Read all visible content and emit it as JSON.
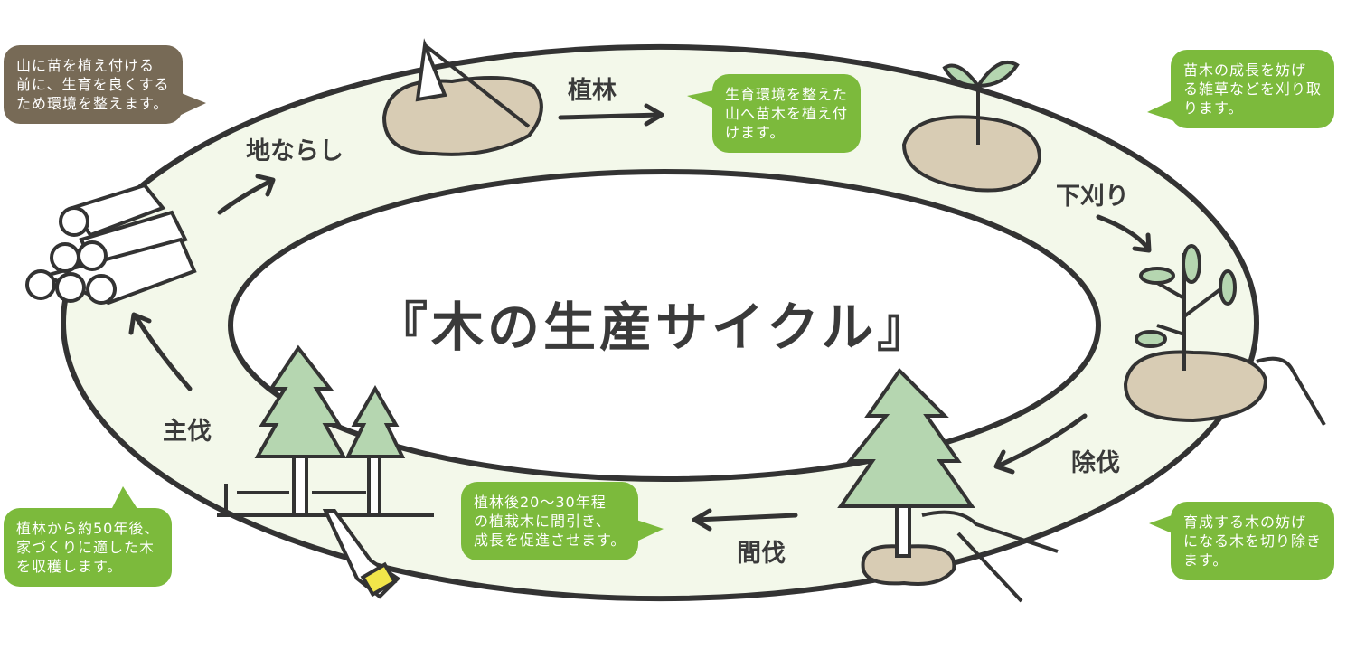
{
  "title": "『木の生産サイクル』",
  "colors": {
    "ring_fill": "#f3f8ea",
    "outline": "#333333",
    "bubble_green": "#7cba3c",
    "bubble_brown": "#776a56",
    "tree": "#b5d6b0",
    "soil": "#d8ccb4"
  },
  "stages": {
    "jinarashi": "地ならし",
    "shokurin": "植林",
    "shitagari": "下刈り",
    "jobatsu": "除伐",
    "kanbatsu": "間伐",
    "shubatsu": "主伐"
  },
  "bubbles": {
    "jinarashi": [
      "山に苗を植え付ける",
      "前に、生育を良くする",
      "ため環境を整えます。"
    ],
    "shokurin": [
      "生育環境を整えた",
      "山へ苗木を植え付",
      "けます。"
    ],
    "shitagari": [
      "苗木の成長を妨げ",
      "る雑草などを刈り取",
      "ります。"
    ],
    "jobatsu": [
      "育成する木の妨げ",
      "になる木を切り除き",
      "ます。"
    ],
    "kanbatsu": [
      "植林後20〜30年程",
      "の植栽木に間引き、",
      "成長を促進させます。"
    ],
    "shubatsu": [
      "植林から約50年後、",
      "家づくりに適した木",
      "を収穫します。"
    ]
  }
}
